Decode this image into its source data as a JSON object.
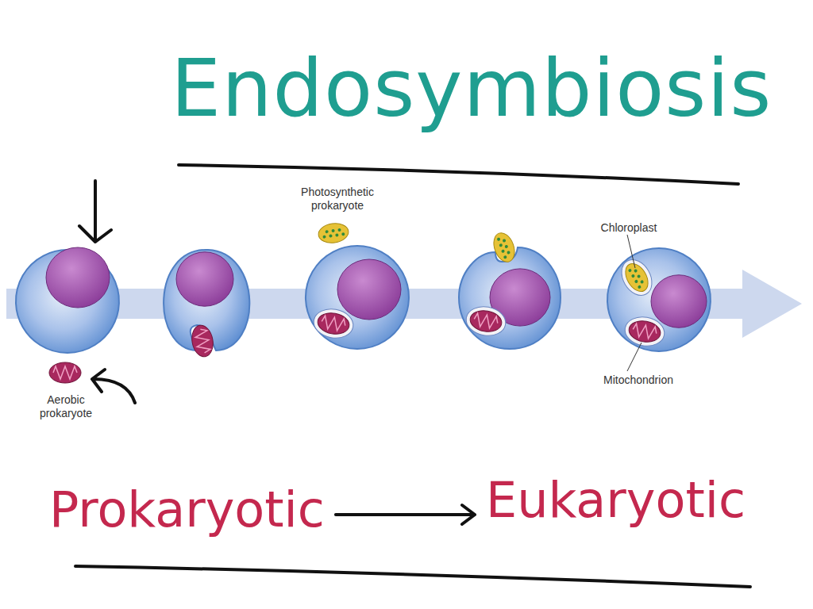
{
  "diagram": {
    "title": "Endosymbiosis",
    "labels": [
      "Photosynthetic prokaryote",
      "Aerobic prokaryote",
      "Chloroplast",
      "Mitochondrion",
      "Prokaryotic",
      "Eukaryotic"
    ]
  }
}
